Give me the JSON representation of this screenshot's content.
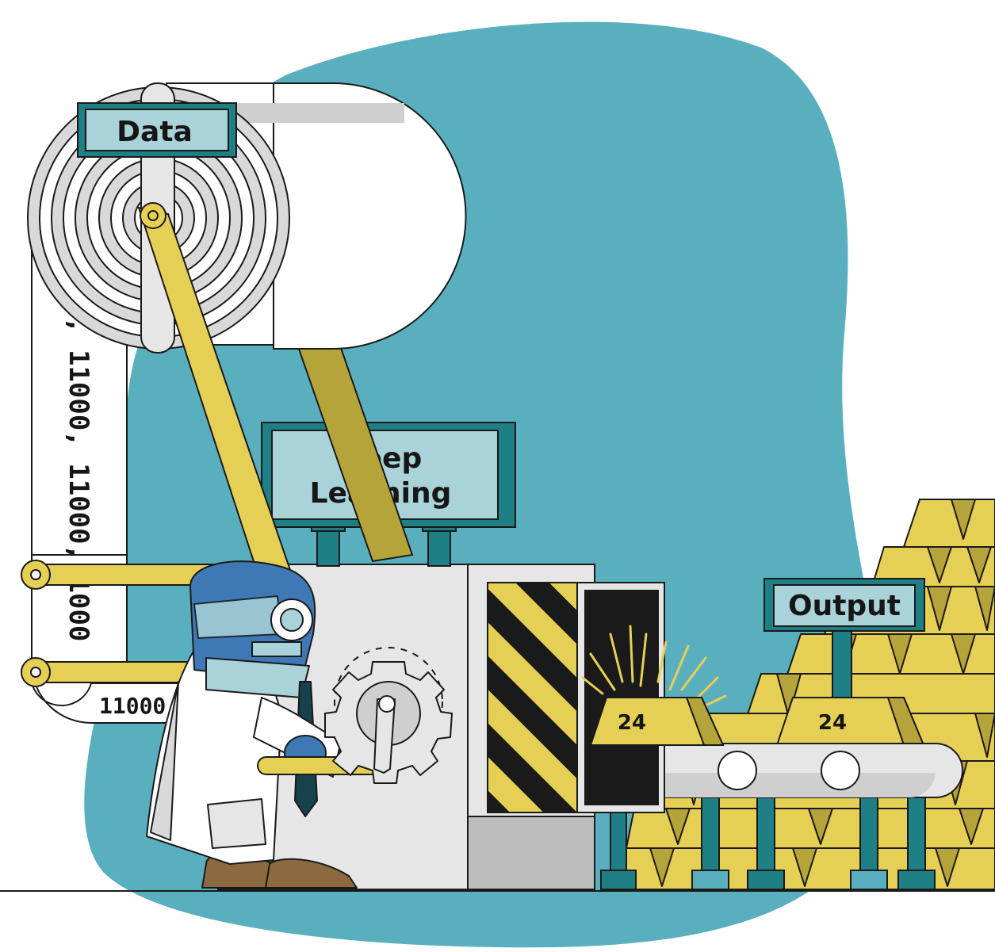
{
  "signs": {
    "data": "Data",
    "deep_line1": "Deep",
    "deep_line2": "Learning",
    "output": "Output"
  },
  "tape": {
    "vertical": ", 11000, 11000, 1000",
    "horizontal": "11000"
  },
  "gold_bars": {
    "bar_on_belt": "24",
    "bar_on_pile": "24"
  },
  "colors": {
    "background_blob": "#5aafbf",
    "sign_face": "#a9d3d9",
    "sign_frame": "#1e7f85",
    "gold": "#e6cf55",
    "gold_shadow": "#b5a43a",
    "machine": "#e6e6e6",
    "robot_blue": "#3e79b5",
    "ink": "#1a1a1a"
  }
}
